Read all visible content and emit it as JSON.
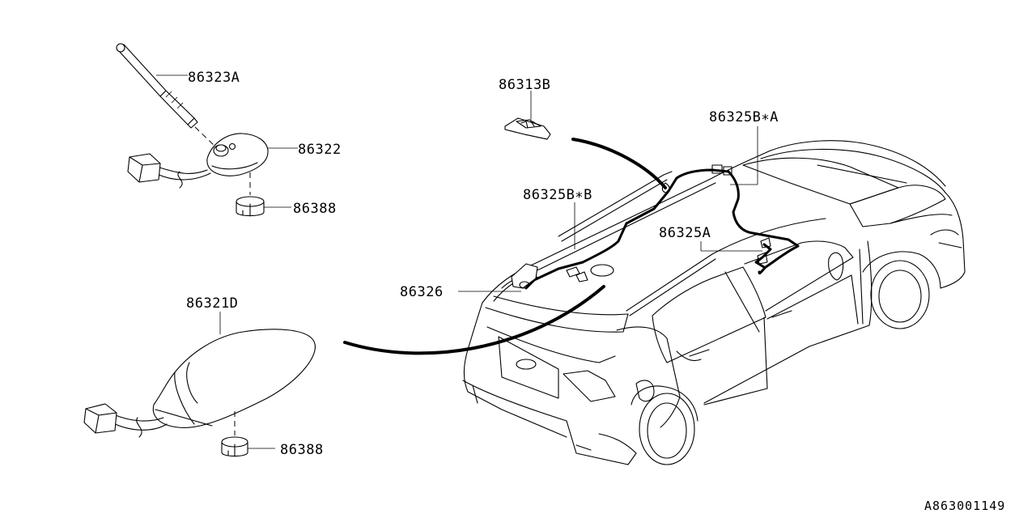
{
  "diagram_code": "A863001149",
  "labels": {
    "antenna_rod": "86323A",
    "antenna_base": "86322",
    "base_nut_top": "86388",
    "shark_fin": "86321D",
    "base_nut_bottom": "86388",
    "roof_clip": "86313B",
    "cable_b_a": "86325B∗A",
    "cable_b_b": "86325B∗B",
    "cable_a": "86325A",
    "grommet": "86326"
  }
}
